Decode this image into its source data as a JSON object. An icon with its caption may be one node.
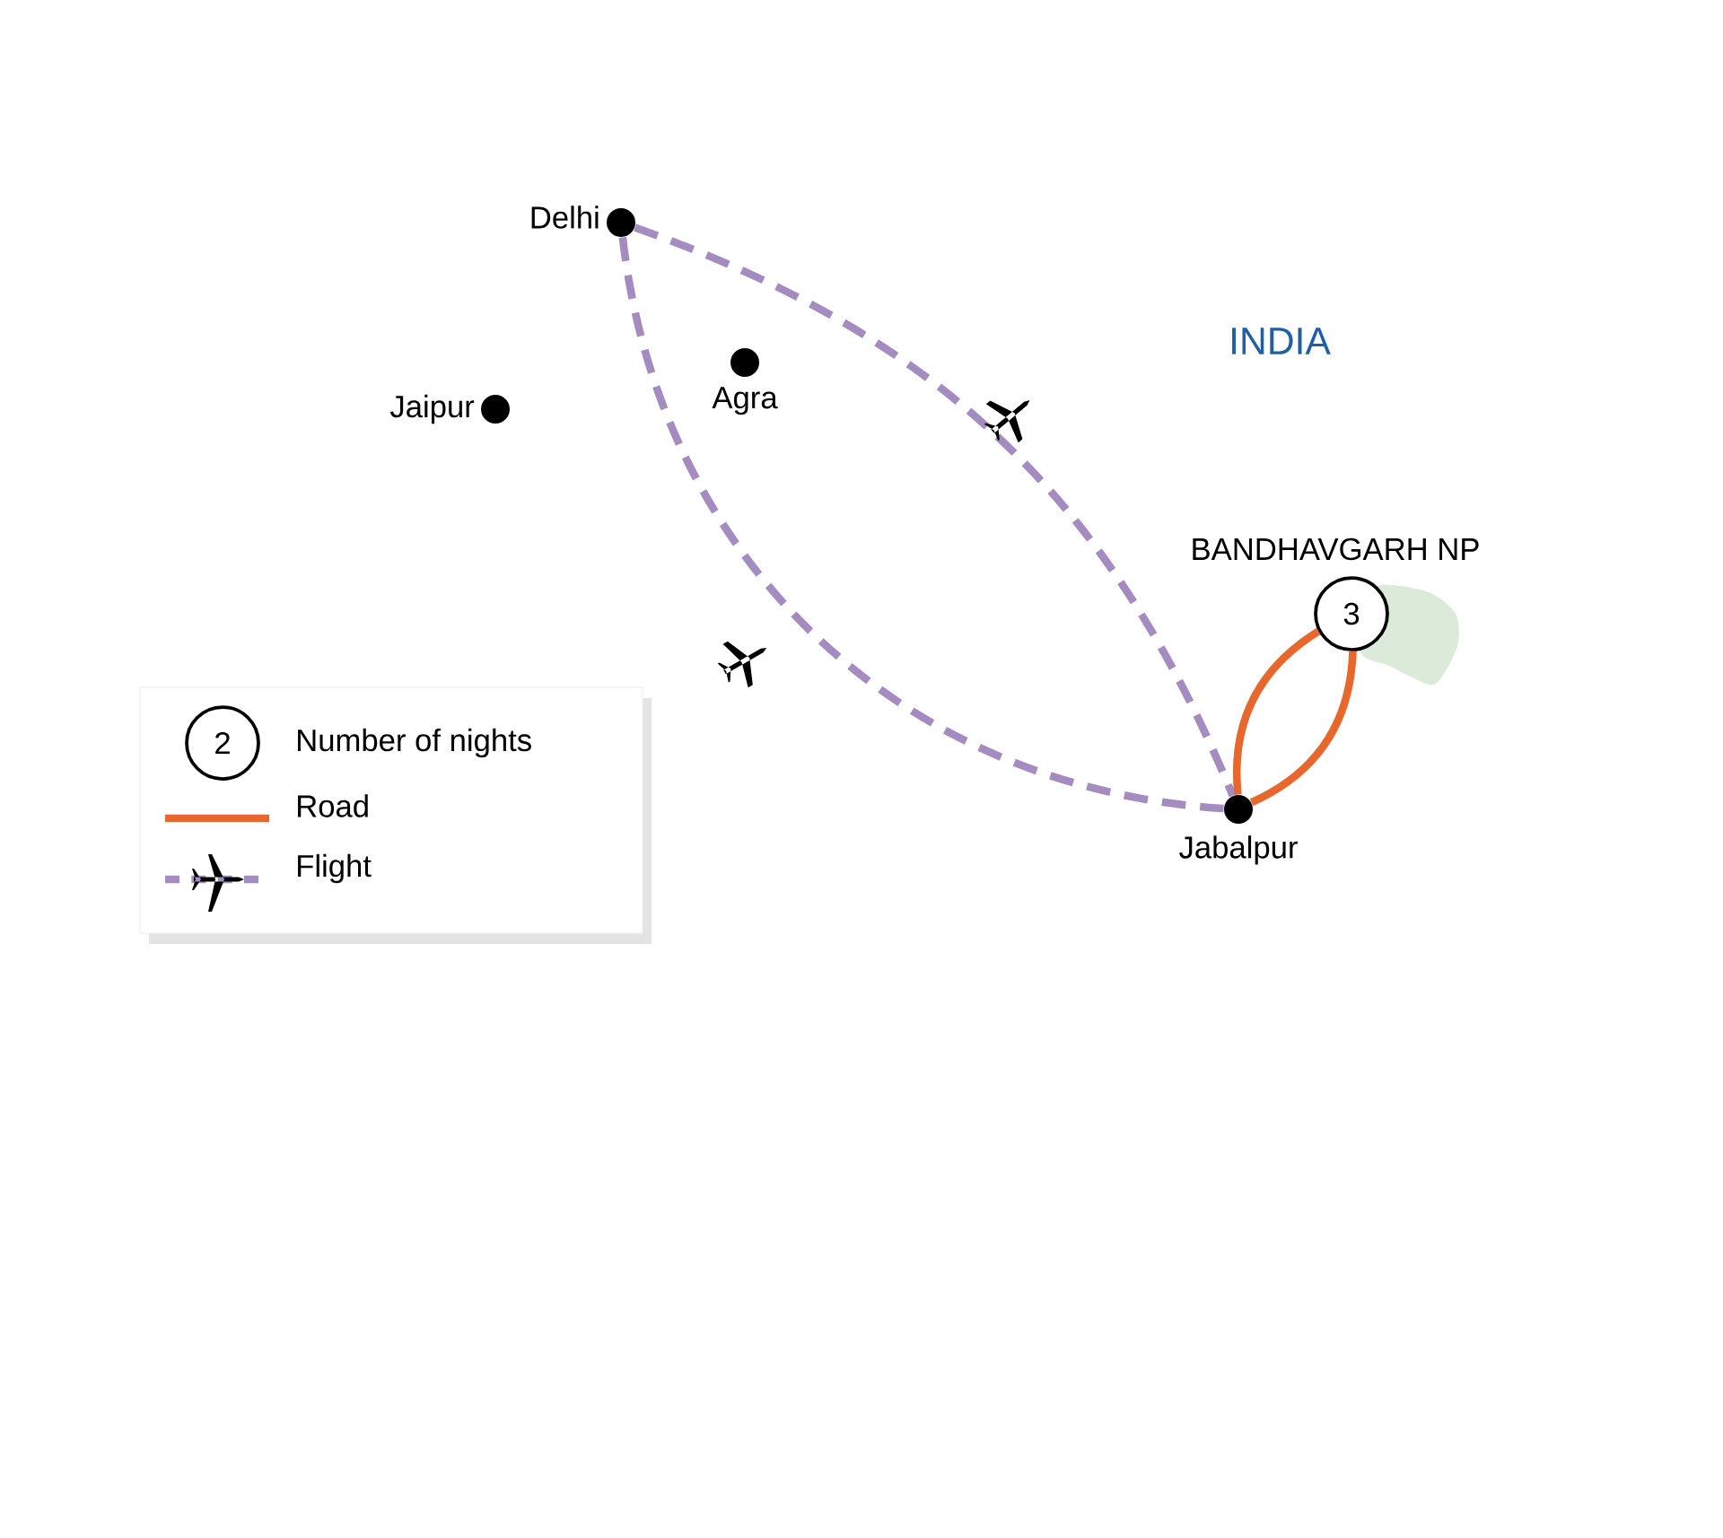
{
  "diagram": {
    "nodes": [
      {
        "text": [
          "Delhi"
        ]
      },
      {
        "text": [
          "Jaipur"
        ]
      },
      {
        "text": [
          "Agra"
        ]
      },
      {
        "text": [
          "Jabalpur"
        ]
      },
      {
        "text": [
          "3"
        ],
        "beside": [
          "BANDHAVGARH NP"
        ]
      }
    ],
    "edges": [
      {
        "from": 0,
        "to": 3,
        "arrow": "none",
        "style": "dashed",
        "color": "#a58cc0"
      },
      {
        "from": 0,
        "to": 3,
        "arrow": "none",
        "style": "dashed",
        "color": "#a58cc0"
      },
      {
        "from": 3,
        "to": 4,
        "arrow": "none",
        "color": "#e8672c"
      },
      {
        "from": 4,
        "to": 3,
        "arrow": "none",
        "color": "#e8672c"
      }
    ],
    "labels": [
      "INDIA",
      "2"
    ],
    "legend": [
      {
        "text": "Number of nights"
      },
      {
        "text": "Road"
      },
      {
        "text": "Flight"
      }
    ]
  }
}
